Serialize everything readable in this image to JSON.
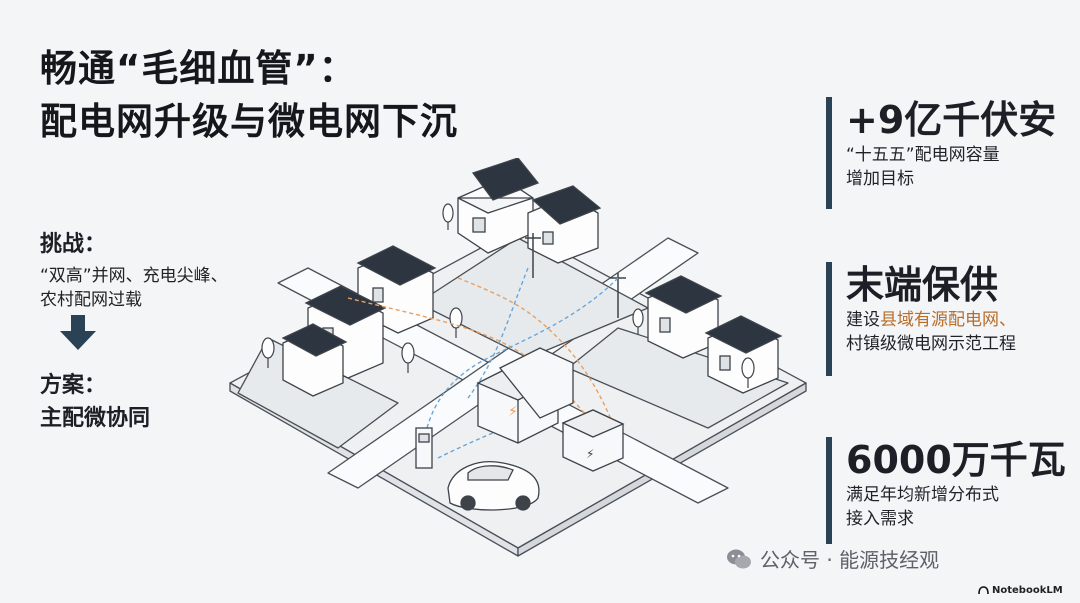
{
  "title": {
    "line1": "畅通“毛细血管”：",
    "line2": "配电网升级与微电网下沉"
  },
  "challenge": {
    "label": "挑战：",
    "line1": "“双高”并网、充电尖峰、",
    "line2": "农村配网过载"
  },
  "solution": {
    "label": "方案：",
    "text": "主配微协同"
  },
  "stats": {
    "capacity": {
      "headline": "+9亿千伏安",
      "line1": "“十五五”配电网容量",
      "line2": "增加目标"
    },
    "supply": {
      "headline": "末端保供",
      "line1_prefix": "建设",
      "line1_highlight": "县域有源配电网、",
      "line2_highlight": "村镇级微电网示范工程"
    },
    "distributed": {
      "headline": "6000万千瓦",
      "line1": "满足年均新增分布式",
      "line2": "接入需求"
    }
  },
  "watermark": {
    "text": "公众号 · 能源技经观",
    "icon": "wechat-icon"
  },
  "brand": {
    "text": "NotebookLM",
    "icon": "notebooklm-icon"
  },
  "colors": {
    "accent_bar": "#2a4256",
    "highlight": "#b86d2a",
    "flow_orange": "#e8a060",
    "flow_blue": "#6aa6d8"
  }
}
